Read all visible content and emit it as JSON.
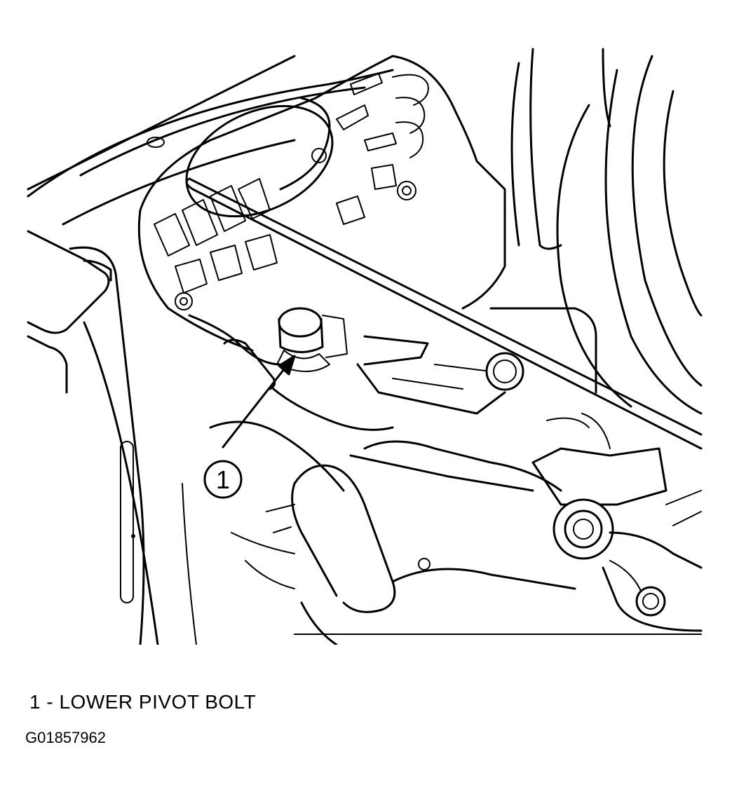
{
  "callouts": [
    {
      "number": "1",
      "description": "LOWER PIVOT BOLT"
    }
  ],
  "legend": {
    "separator": " - "
  },
  "figure_id": "G01857962",
  "colors": {
    "line": "#000000",
    "background": "#ffffff"
  }
}
